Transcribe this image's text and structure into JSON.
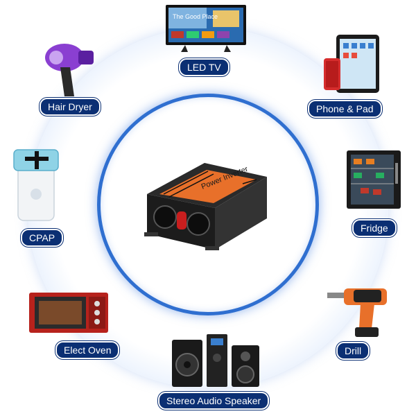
{
  "center": {
    "product": "power-inverter",
    "brand_text": "Power Inverter"
  },
  "items": [
    {
      "id": "led-tv",
      "label": "LED TV",
      "screen_text": "The Good Place"
    },
    {
      "id": "phone-pad",
      "label": "Phone & Pad"
    },
    {
      "id": "fridge",
      "label": "Fridge"
    },
    {
      "id": "drill",
      "label": "Drill"
    },
    {
      "id": "stereo",
      "label": "Stereo Audio Speaker"
    },
    {
      "id": "oven",
      "label": "Elect Oven"
    },
    {
      "id": "cpap",
      "label": "CPAP"
    },
    {
      "id": "hair-dryer",
      "label": "Hair Dryer"
    }
  ],
  "colors": {
    "label_bg": "#0b2f73",
    "ring": "#2f6fd0",
    "inverter_accent": "#e8702a"
  }
}
